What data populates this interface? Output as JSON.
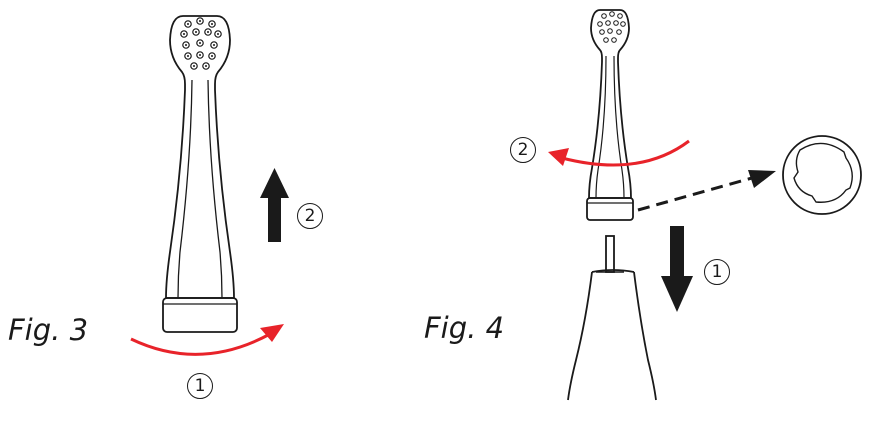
{
  "figures": {
    "fig3": {
      "label": "Fig. 3",
      "step_turn": "1",
      "step_lift": "2"
    },
    "fig4": {
      "label": "Fig. 4",
      "step_lift": "1",
      "step_turn": "2"
    }
  },
  "colors": {
    "line": "#1a1a1a",
    "arrow_red": "#e8232a",
    "background": "#ffffff"
  },
  "icons": {
    "fig3": [
      "brush-head-icon",
      "rotate-arrow-icon",
      "up-arrow-icon"
    ],
    "fig4": [
      "brush-head-icon",
      "rotate-arrow-icon",
      "down-arrow-icon",
      "handle-shaft-icon",
      "ring-detail-icon",
      "dashed-pointer-arrow-icon"
    ]
  }
}
